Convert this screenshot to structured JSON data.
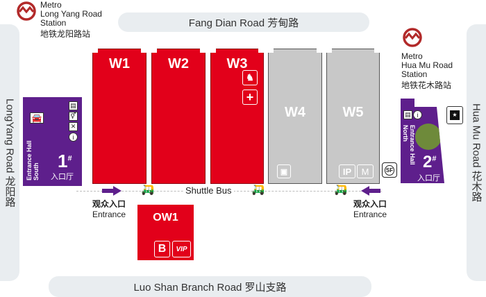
{
  "roads": {
    "top": "Fang Dian Road 芳甸路",
    "left": "LongYang Road 龙阳路",
    "right": "Hua Mu Road 花木路",
    "bottom": "Luo Shan Branch Road 罗山支路"
  },
  "metro_left": {
    "line1": "Metro",
    "line2": "Long Yang Road",
    "line3": "Station",
    "cn": "地铁龙阳路站"
  },
  "metro_right": {
    "line1": "Metro",
    "line2": "Hua Mu Road",
    "line3": "Station",
    "cn": "地铁花木路站"
  },
  "halls": [
    {
      "label": "W1"
    },
    {
      "label": "W2"
    },
    {
      "label": "W3"
    },
    {
      "label": "W4"
    },
    {
      "label": "W5"
    }
  ],
  "ow1": {
    "label": "OW1",
    "b": "B",
    "vip": "VIP"
  },
  "south_hall": {
    "num": "1",
    "sup": "#",
    "cn": "入口厅",
    "en1": "South",
    "en2": "Entrance Hall"
  },
  "north_hall": {
    "num": "2",
    "sup": "#",
    "cn": "入口厅",
    "en1": "North",
    "en2": "Entrance Hall"
  },
  "shuttle": "Shuttle Bus",
  "entrance_left": {
    "cn": "观众入口",
    "en": "Entrance"
  },
  "entrance_right": {
    "cn": "观众入口",
    "en": "Entrance"
  },
  "w5_icons": {
    "ip": "IP",
    "m": "M"
  },
  "sf": "SF",
  "colors": {
    "red": "#e2001a",
    "purple": "#5e1f8c",
    "gray": "#c8c8c8",
    "road": "#e9edf0",
    "green": "#6e8a3a"
  }
}
